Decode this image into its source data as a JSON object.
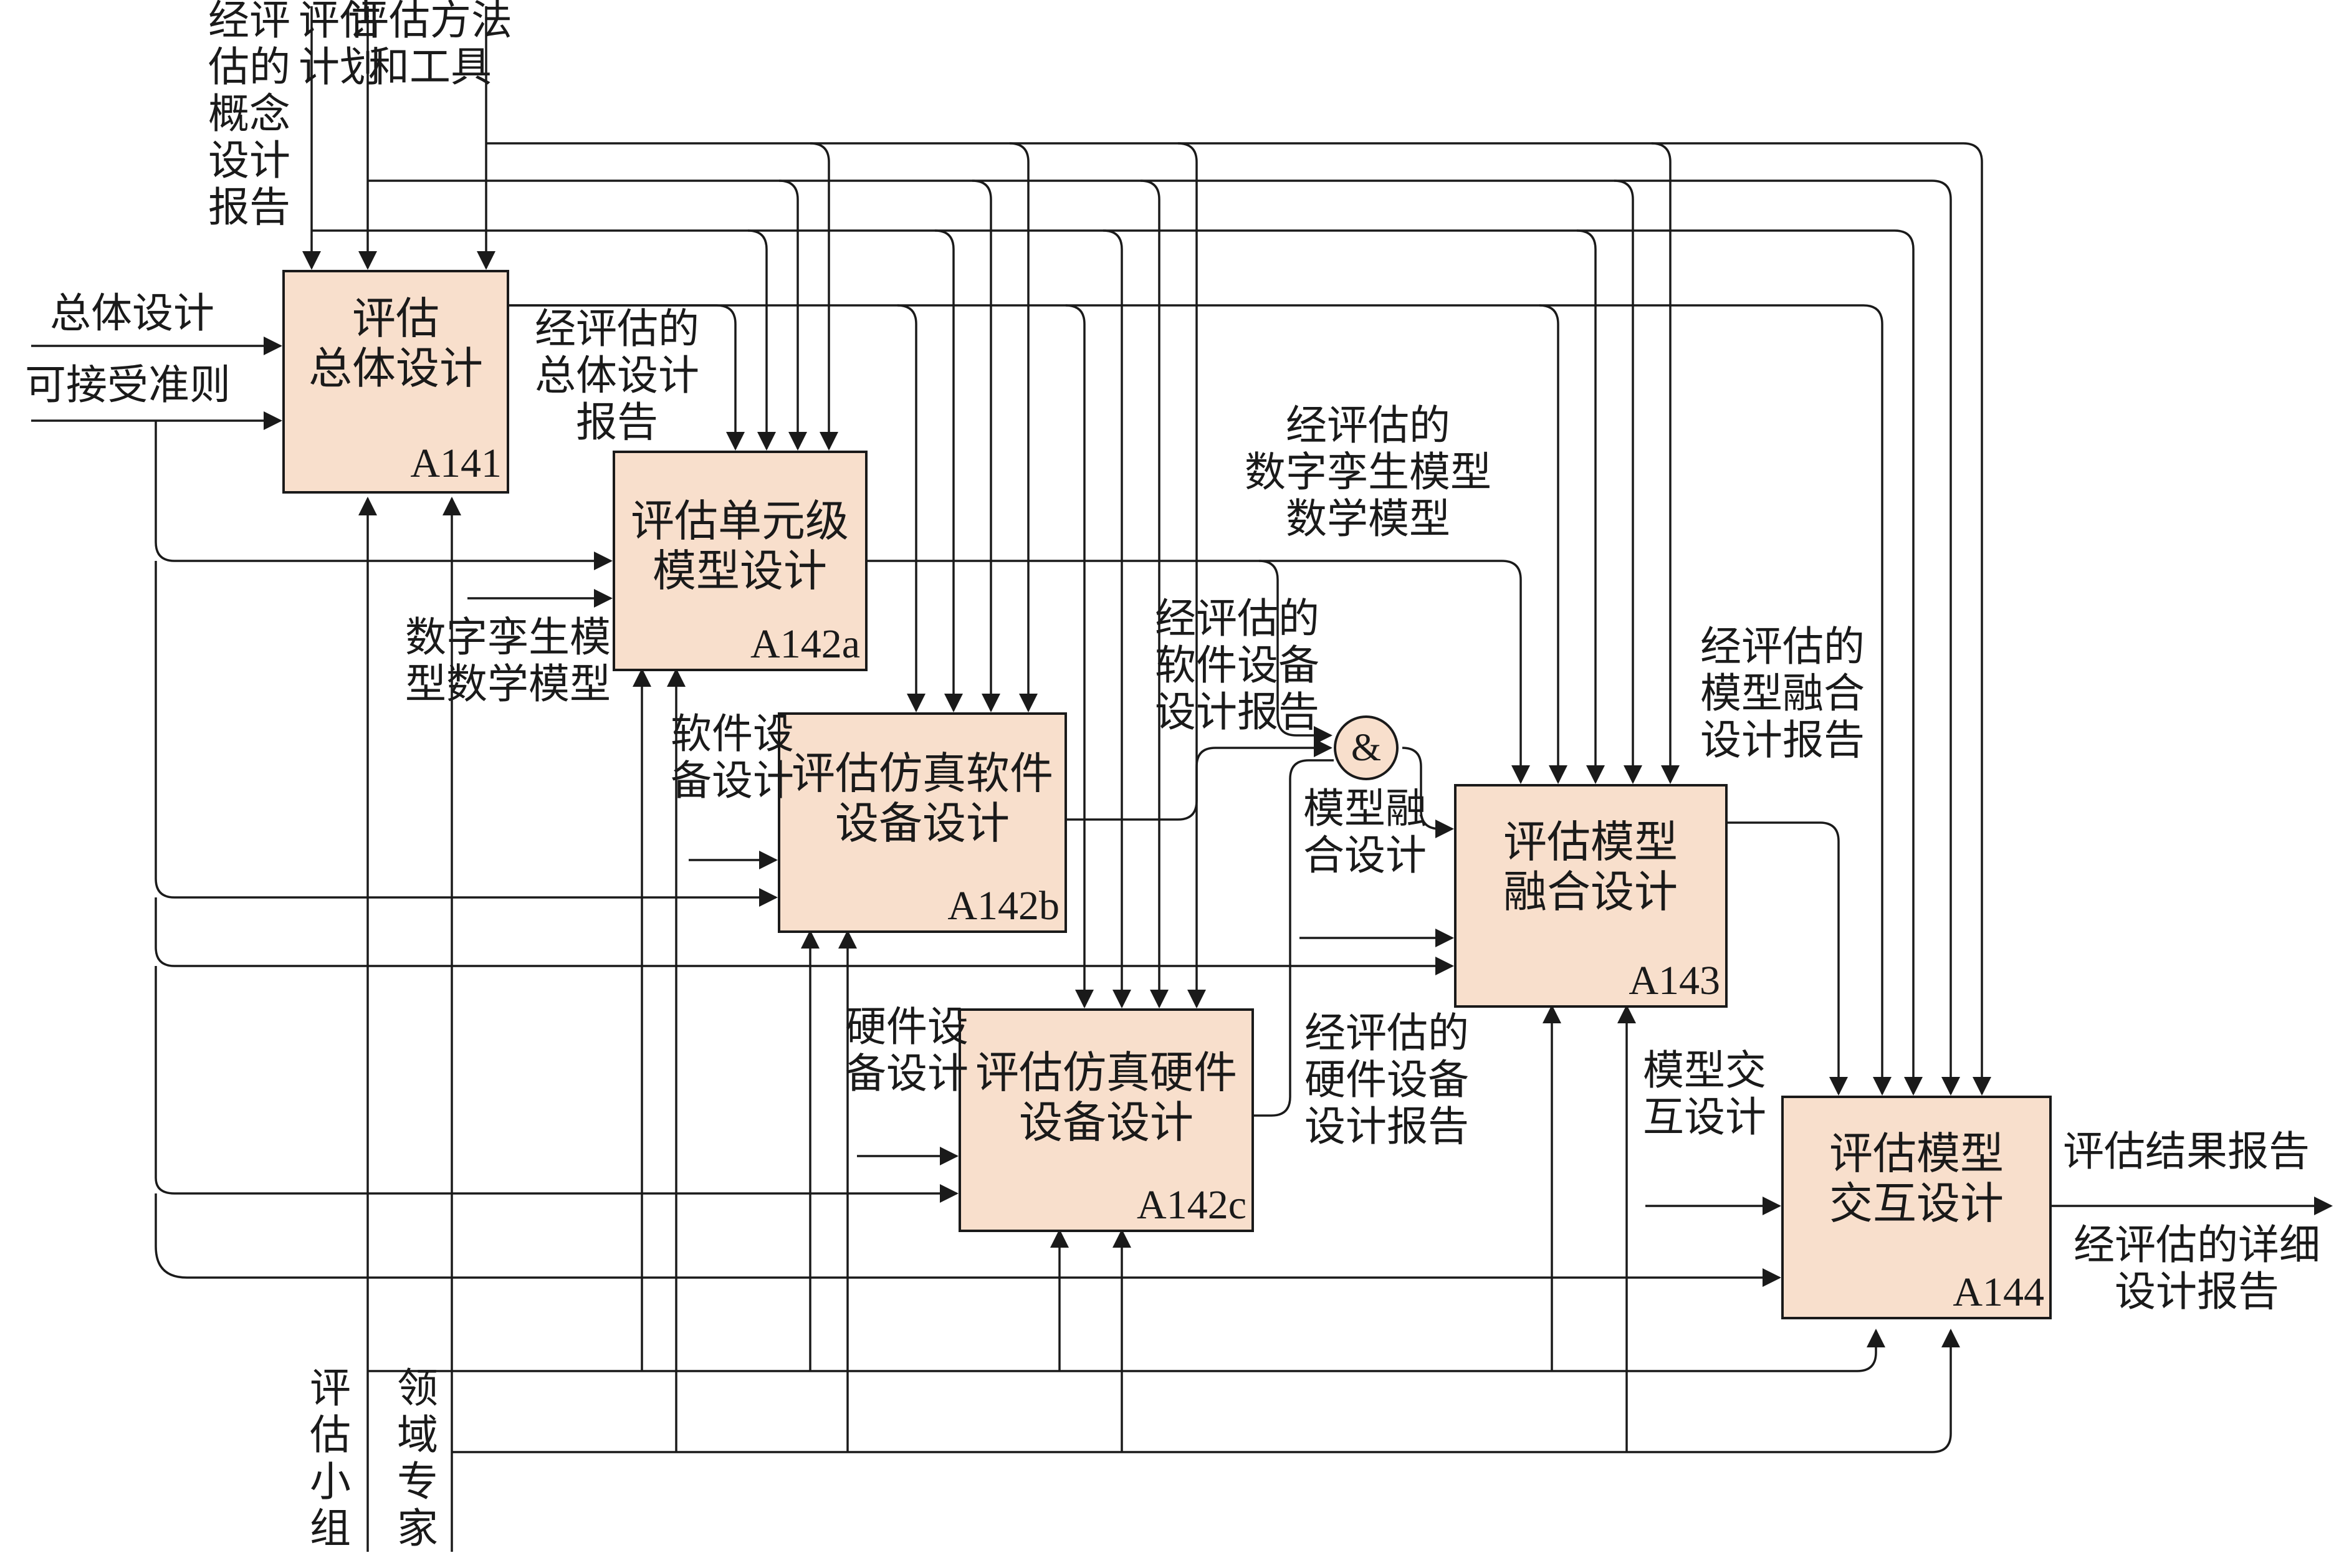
{
  "boxes": {
    "a141": {
      "title": [
        "评估",
        "总体设计"
      ],
      "id": "A141"
    },
    "a142a": {
      "title": [
        "评估单元级",
        "模型设计"
      ],
      "id": "A142a"
    },
    "a142b": {
      "title": [
        "评估仿真软件",
        "设备设计"
      ],
      "id": "A142b"
    },
    "a142c": {
      "title": [
        "评估仿真硬件",
        "设备设计"
      ],
      "id": "A142c"
    },
    "a143": {
      "title": [
        "评估模型",
        "融合设计"
      ],
      "id": "A143"
    },
    "a144": {
      "title": [
        "评估模型",
        "交互设计"
      ],
      "id": "A144"
    }
  },
  "controls": {
    "concept_report": [
      "经评",
      "估的",
      "概念",
      "设计",
      "报告"
    ],
    "plan": [
      "评估",
      "计划"
    ],
    "method": [
      "评估方法",
      "和工具"
    ]
  },
  "inputs": {
    "overall_design": "总体设计",
    "acceptance": "可接受准则"
  },
  "mechanisms": {
    "team": [
      "评",
      "估",
      "小",
      "组"
    ],
    "expert": [
      "领",
      "域",
      "专",
      "家"
    ]
  },
  "labels": {
    "overall_report": [
      "经评估的",
      "总体设计",
      "报告"
    ],
    "twin_math": [
      "经评估的",
      "数字孪生模型",
      "数学模型"
    ],
    "twin_math_input": [
      "数字孪生模",
      "型数学模型"
    ],
    "sw_design_a": [
      "软件设",
      "备设计"
    ],
    "sw_report": [
      "经评估的",
      "软件设备",
      "设计报告"
    ],
    "fusion_input": [
      "模型融",
      "合设计"
    ],
    "fusion_report": [
      "经评估的",
      "模型融合",
      "设计报告"
    ],
    "hw_design_a": [
      "硬件设",
      "备设计"
    ],
    "hw_report": [
      "经评估的",
      "硬件设备",
      "设计报告"
    ],
    "interact_input": [
      "模型交",
      "互设计"
    ],
    "result_report": "评估结果报告",
    "detail_report": [
      "经评估的详细",
      "设计报告"
    ],
    "junction": "&"
  }
}
